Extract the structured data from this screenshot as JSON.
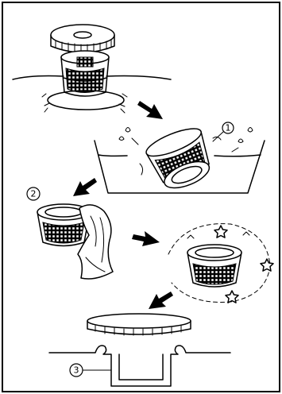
{
  "steps": [
    {
      "marker": "①"
    },
    {
      "marker": "②"
    },
    {
      "marker": "③"
    }
  ],
  "icons": [
    "drain-cap-icon",
    "strainer-basket-icon",
    "water-tub-icon",
    "cloth-icon",
    "sparkle-star-icon",
    "arrow-icon"
  ],
  "colors": {
    "ink": "#000000",
    "paper": "#ffffff"
  }
}
